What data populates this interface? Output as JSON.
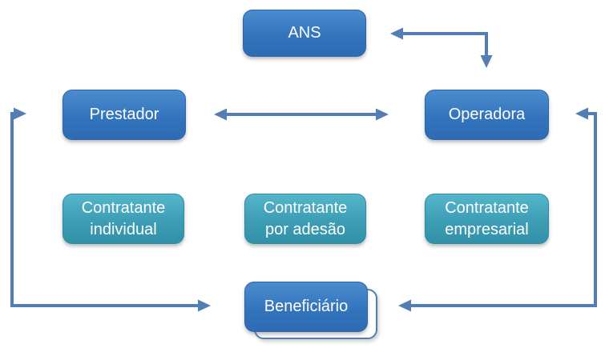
{
  "diagram": {
    "nodes": {
      "ans": {
        "label": "ANS"
      },
      "prestador": {
        "label": "Prestador"
      },
      "operadora": {
        "label": "Operadora"
      },
      "contratante_individual": {
        "label": "Contratante individual"
      },
      "contratante_por_adesao": {
        "label": "Contratante por adesão"
      },
      "contratante_empresarial": {
        "label": "Contratante empresarial"
      },
      "beneficiario": {
        "label": "Beneficiário"
      }
    },
    "edges": [
      {
        "from": "operadora",
        "to": "ans",
        "shape": "elbow",
        "arrowheads": "both"
      },
      {
        "from": "prestador",
        "to": "operadora",
        "shape": "straight",
        "arrowheads": "both"
      },
      {
        "from": "prestador",
        "to": "beneficiario",
        "shape": "elbow-left-side",
        "arrowheads": "both"
      },
      {
        "from": "operadora",
        "to": "beneficiario",
        "shape": "elbow-right-side",
        "arrowheads": "both"
      }
    ],
    "colors": {
      "primary_node_top": "#4c8bce",
      "primary_node_bottom": "#2d6bb4",
      "secondary_node_top": "#55b5cb",
      "secondary_node_bottom": "#3191a9",
      "node_text": "#ffffff",
      "arrow": "#527eb4",
      "background": "#ffffff"
    }
  }
}
